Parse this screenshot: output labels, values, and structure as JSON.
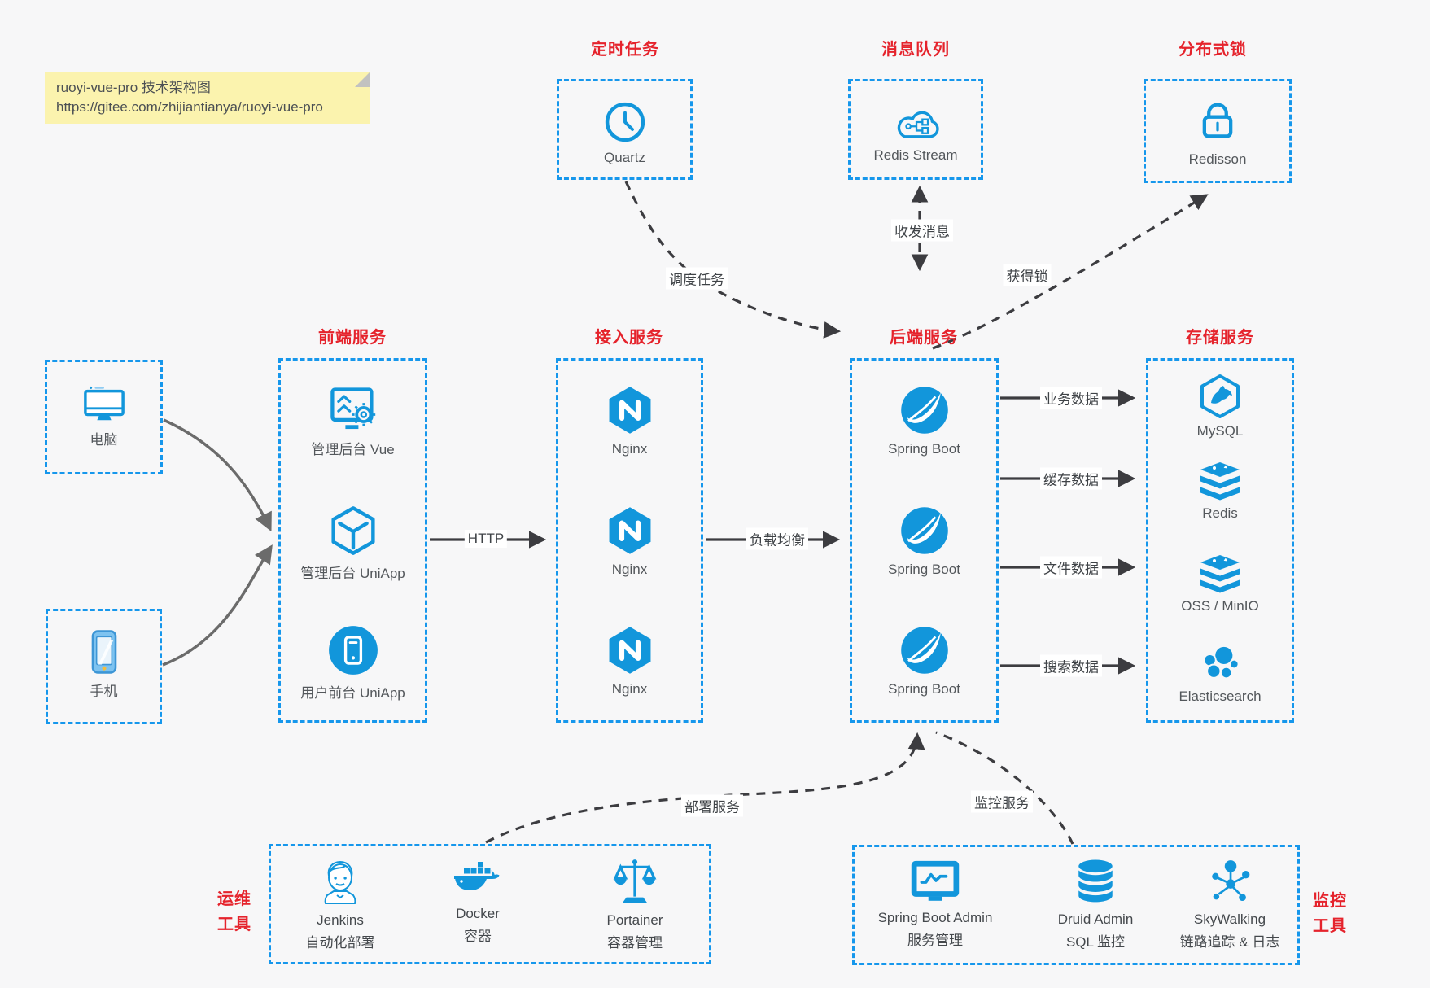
{
  "note": {
    "line1": "ruoyi-vue-pro 技术架构图",
    "line2": "https://gitee.com/zhijiantianya/ruoyi-vue-pro"
  },
  "colors": {
    "accent_blue": "#1697ec",
    "icon_blue": "#1296db",
    "title_red": "#e5232c",
    "note_yellow": "#fbf3ae",
    "arrow_dark": "#3c3c40",
    "arrow_gray": "#6b6b6b",
    "background": "#f7f7f8"
  },
  "groups": {
    "scheduler": {
      "title": "定时任务",
      "items": [
        {
          "label": "Quartz",
          "icon": "clock"
        }
      ]
    },
    "mq": {
      "title": "消息队列",
      "items": [
        {
          "label": "Redis Stream",
          "icon": "cloud-stream"
        }
      ]
    },
    "lock": {
      "title": "分布式锁",
      "items": [
        {
          "label": "Redisson",
          "icon": "lock"
        }
      ]
    },
    "clients": {
      "items": [
        {
          "label": "电脑",
          "icon": "desktop"
        },
        {
          "label": "手机",
          "icon": "smartphone"
        }
      ]
    },
    "frontend": {
      "title": "前端服务",
      "items": [
        {
          "label": "管理后台 Vue",
          "icon": "monitor-gear"
        },
        {
          "label": "管理后台 UniApp",
          "icon": "cube"
        },
        {
          "label": "用户前台 UniApp",
          "icon": "phone-circle"
        }
      ]
    },
    "gateway": {
      "title": "接入服务",
      "items": [
        {
          "label": "Nginx",
          "icon": "nginx"
        },
        {
          "label": "Nginx",
          "icon": "nginx"
        },
        {
          "label": "Nginx",
          "icon": "nginx"
        }
      ]
    },
    "backend": {
      "title": "后端服务",
      "items": [
        {
          "label": "Spring Boot",
          "icon": "spring"
        },
        {
          "label": "Spring Boot",
          "icon": "spring"
        },
        {
          "label": "Spring Boot",
          "icon": "spring"
        }
      ]
    },
    "storage": {
      "title": "存储服务",
      "items": [
        {
          "label": "MySQL",
          "icon": "mysql"
        },
        {
          "label": "Redis",
          "icon": "redis-stack"
        },
        {
          "label": "OSS / MinIO",
          "icon": "redis-stack"
        },
        {
          "label": "Elasticsearch",
          "icon": "elastic-cluster"
        }
      ]
    },
    "devops": {
      "title_line1": "运维",
      "title_line2": "工具",
      "items": [
        {
          "name": "Jenkins",
          "desc": "自动化部署",
          "icon": "jenkins"
        },
        {
          "name": "Docker",
          "desc": "容器",
          "icon": "docker-whale"
        },
        {
          "name": "Portainer",
          "desc": "容器管理",
          "icon": "scales"
        }
      ]
    },
    "monitoring": {
      "title_line1": "监控",
      "title_line2": "工具",
      "items": [
        {
          "name": "Spring Boot Admin",
          "desc": "服务管理",
          "icon": "monitor-chart"
        },
        {
          "name": "Druid Admin",
          "desc": "SQL 监控",
          "icon": "database"
        },
        {
          "name": "SkyWalking",
          "desc": "链路追踪 & 日志",
          "icon": "topology"
        }
      ]
    }
  },
  "edges": {
    "schedule": "调度任务",
    "messaging": "收发消息",
    "acquire_lock": "获得锁",
    "http": "HTTP",
    "load_balance": "负载均衡",
    "business_data": "业务数据",
    "cache_data": "缓存数据",
    "file_data": "文件数据",
    "search_data": "搜索数据",
    "deploy": "部署服务",
    "monitor": "监控服务"
  }
}
